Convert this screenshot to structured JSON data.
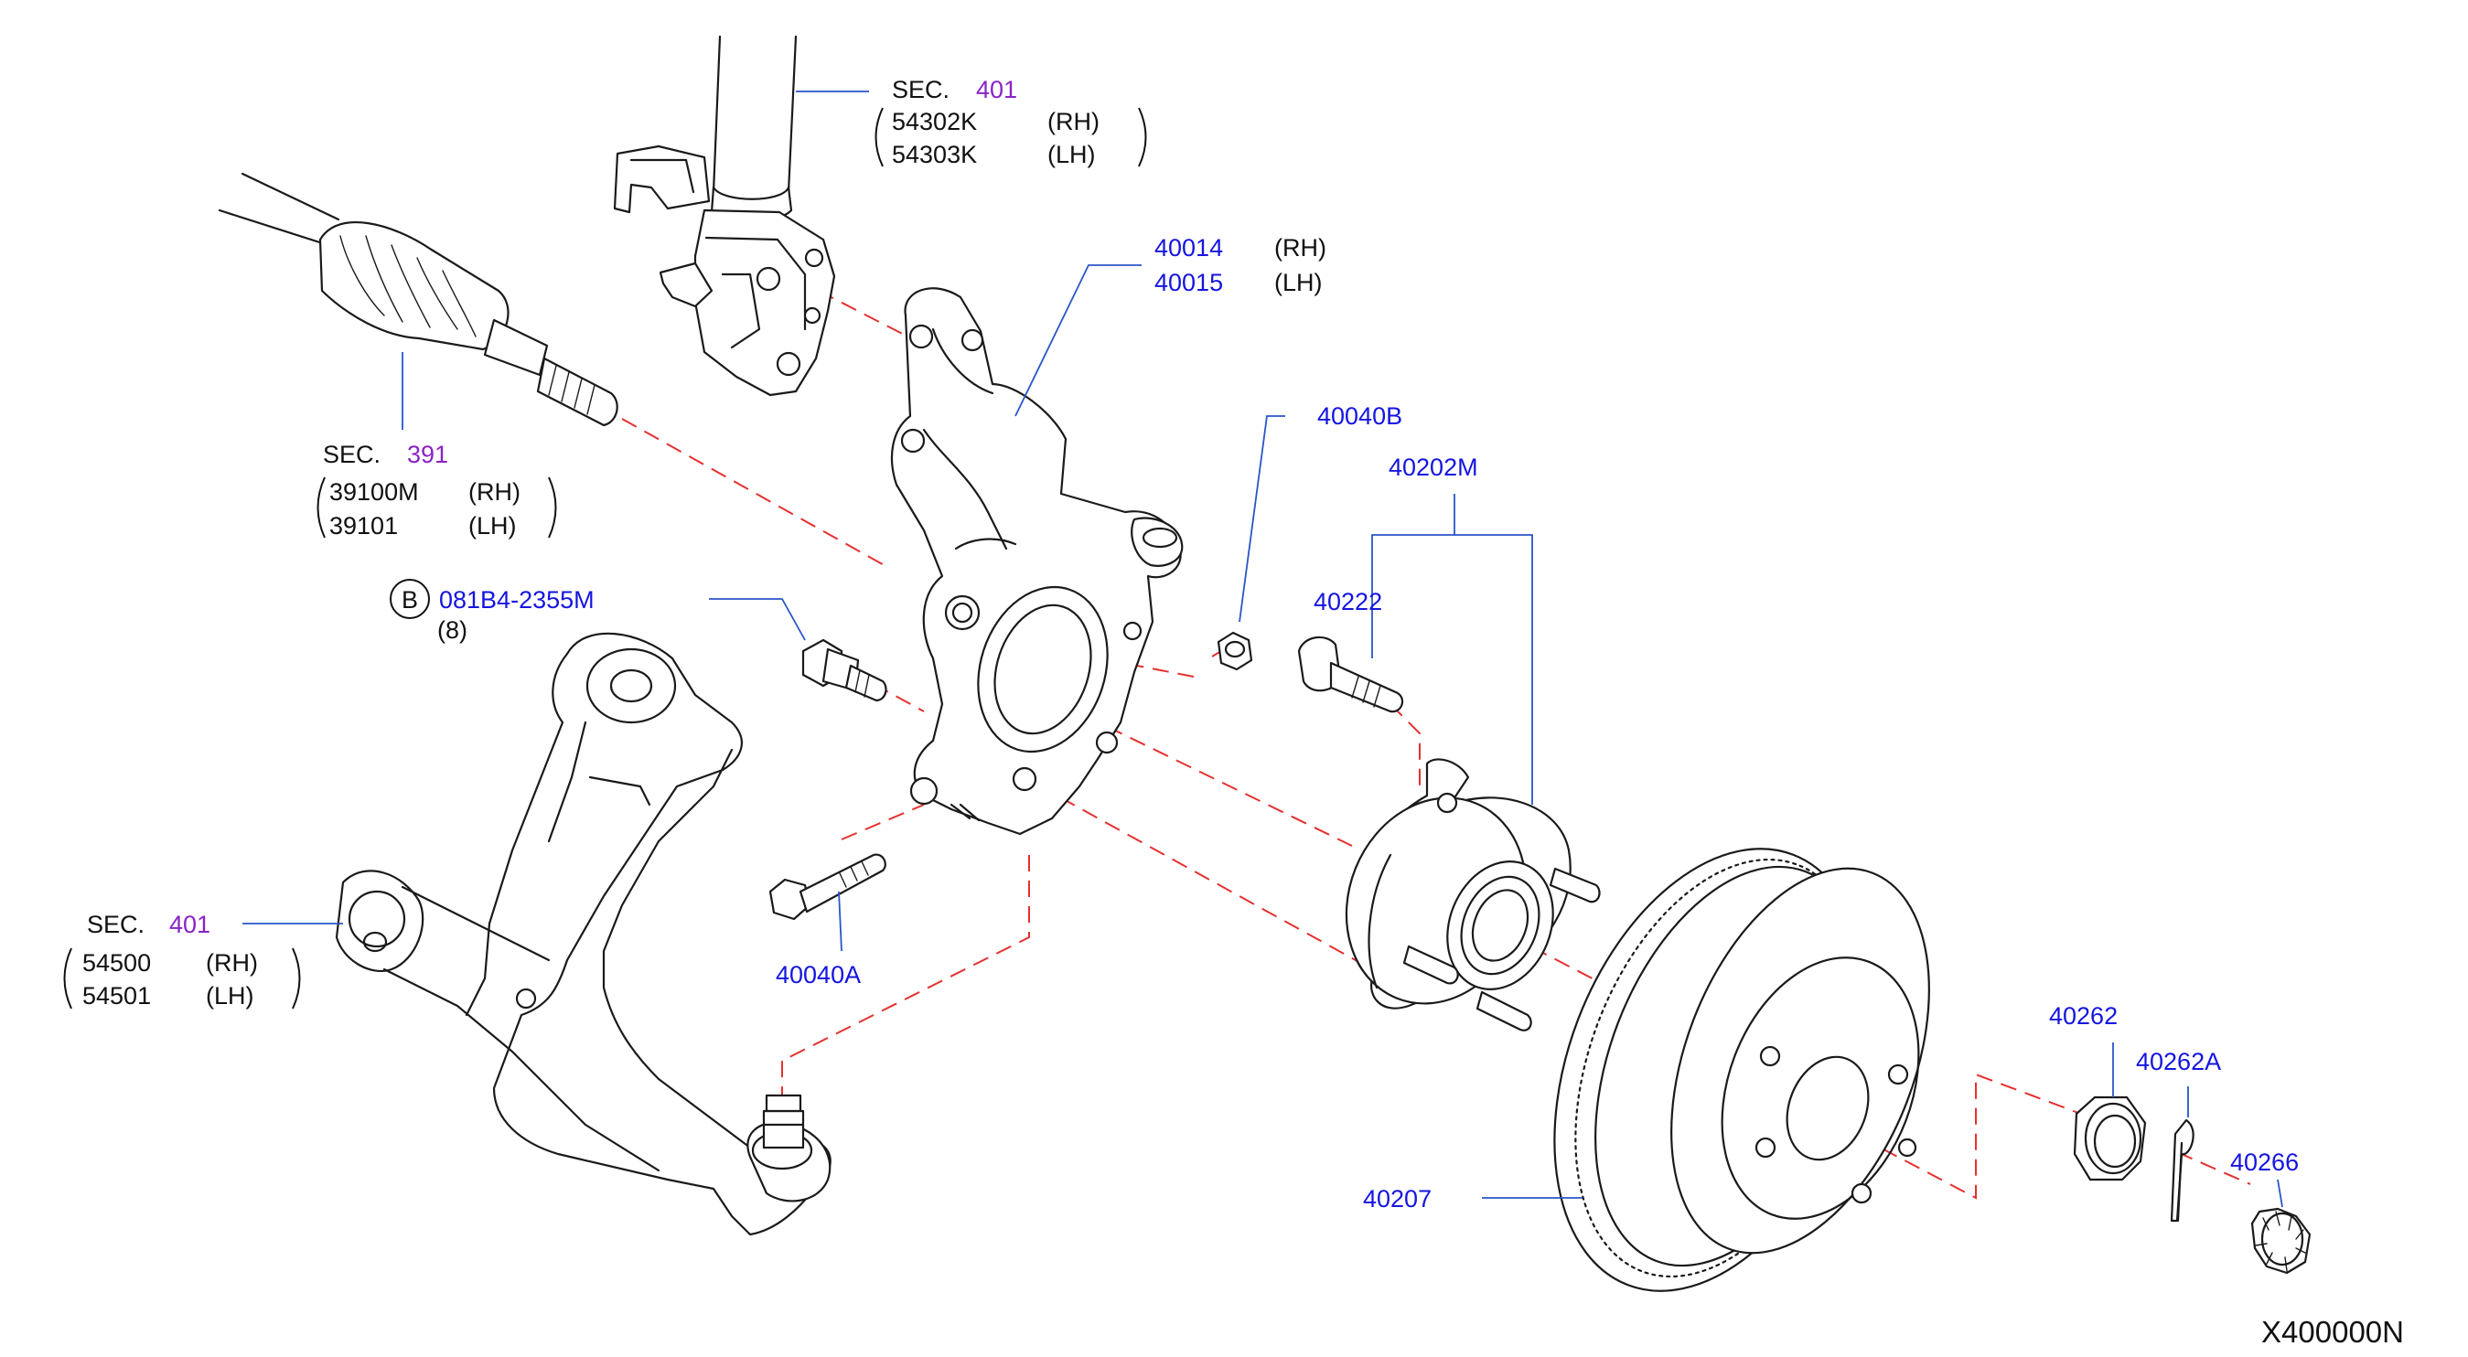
{
  "diagram_code": "X400000N",
  "bolt_group_marker": "B",
  "labels": {
    "strut": {
      "sec": "SEC.",
      "sec_no": "401",
      "rh_part": "54302K",
      "rh": "(RH)",
      "lh_part": "54303K",
      "lh": "(LH)"
    },
    "knuckle": {
      "rh_part": "40014",
      "rh": "(RH)",
      "lh_part": "40015",
      "lh": "(LH)"
    },
    "driveshaft": {
      "sec": "SEC.",
      "sec_no": "391",
      "rh_part": "39100M",
      "rh": "(RH)",
      "lh_part": "39101",
      "lh": "(LH)"
    },
    "bolt_b": {
      "part": "081B4-2355M",
      "qty": "(8)"
    },
    "lower_arm": {
      "sec": "SEC.",
      "sec_no": "401",
      "rh_part": "54500",
      "rh": "(RH)",
      "lh_part": "54501",
      "lh": "(LH)"
    },
    "nut_upper": "40040B",
    "hub_assembly": "40202M",
    "hub_bolt": "40222",
    "knuckle_bolt": "40040A",
    "rotor": "40207",
    "hub_nut": "40262",
    "cotter_pin": "40262A",
    "nut_cap": "40266"
  },
  "colors": {
    "part_number": "#1515e0",
    "section_number": "#8a22c8",
    "text": "#111111",
    "leader_line": "#2a55c8",
    "alignment_line": "#e53030"
  }
}
